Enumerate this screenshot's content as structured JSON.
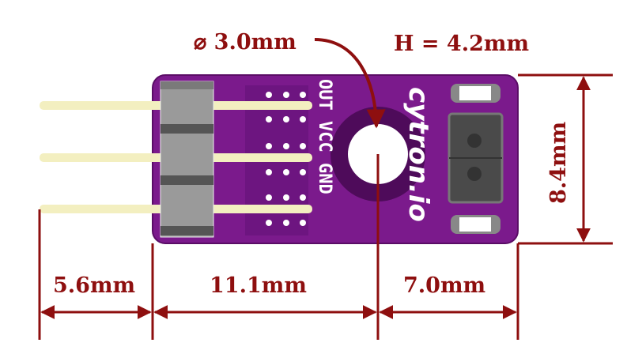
{
  "title": "Reflective IR sensor module dimensions",
  "labels": {
    "hole_diameter": "⌀ 3.0mm",
    "height": "H = 4.2mm",
    "board_width": "8.4mm",
    "pin_length": "5.6mm",
    "pin_to_hole": "11.1mm",
    "hole_to_edge": "7.0mm"
  },
  "board": {
    "silkscreen_pins": "OUT VCC GND",
    "brand": "cytron.io"
  },
  "colors": {
    "dimension": "#8e0f0f",
    "pcb": "#7b1a8c",
    "pcb_dark": "#4e0b5a",
    "pin": "#f3efc0"
  }
}
